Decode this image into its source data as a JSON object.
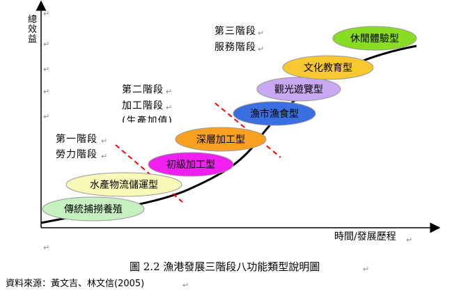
{
  "axes": {
    "y_label": "總效益",
    "x_label": "時間/發展歷程"
  },
  "stages": [
    {
      "id": "stage1",
      "lines": [
        "第一階段",
        "勞力階段"
      ]
    },
    {
      "id": "stage2",
      "lines": [
        "第二階段",
        "加工階段",
        "(生產加值)"
      ]
    },
    {
      "id": "stage3",
      "lines": [
        "第三階段",
        "服務階段"
      ]
    }
  ],
  "types": [
    {
      "label": "傳統捕撈養殖",
      "fill": "#c6f0c0"
    },
    {
      "label": "水產物流儲運型",
      "fill": "#f8f8b8"
    },
    {
      "label": "初級加工型",
      "fill": "#f020f0"
    },
    {
      "label": "深層加工型",
      "fill": "#f8a020"
    },
    {
      "label": "漁市漁食型",
      "fill": "#3a6fe0"
    },
    {
      "label": "觀光遊覽型",
      "fill": "#c8a8f0"
    },
    {
      "label": "文化教育型",
      "fill": "#f8c830"
    },
    {
      "label": "休閒體驗型",
      "fill": "#88dd22"
    }
  ],
  "divider_color": "#ff0000",
  "caption": "圖 2.2  漁港發展三階段八功能類型說明圖",
  "source": "資料來源：黃文吉、林文信(2005)",
  "paragraph_mark": "↵"
}
